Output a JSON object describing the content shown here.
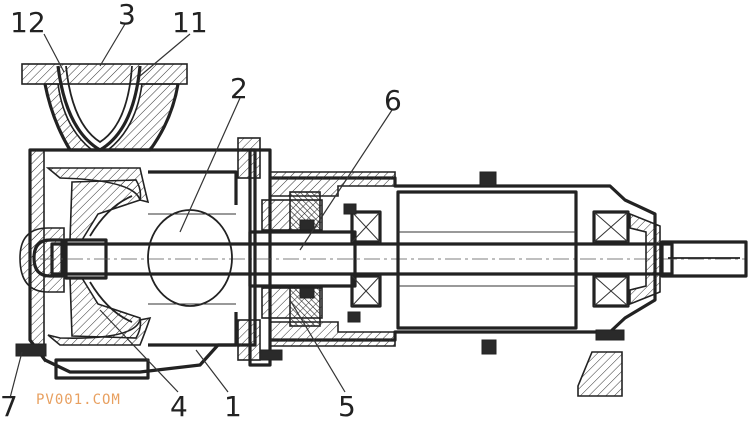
{
  "labels": {
    "l12": "12",
    "l3": "3",
    "l11": "11",
    "l2": "2",
    "l6": "6",
    "l7": "7",
    "l4": "4",
    "l1": "1",
    "l5": "5"
  },
  "watermark": {
    "text": "PV001.COM",
    "color": "#e8a060"
  }
}
